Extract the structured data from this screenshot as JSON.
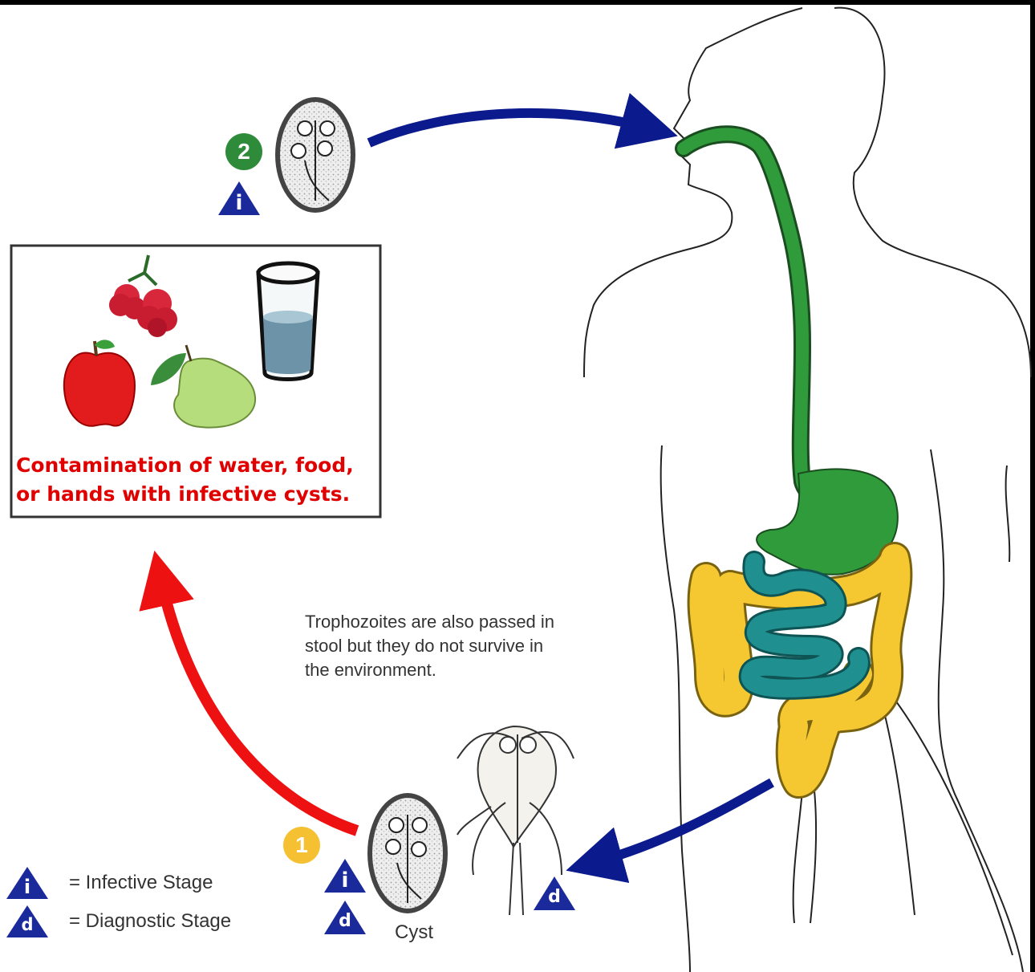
{
  "note": "Trophozoites are also passed in stool but they do not survive in the environment.",
  "contamination": {
    "line1": "Contamination of water, food,",
    "line2": "or hands  with infective cysts."
  },
  "steps": {
    "one": "1",
    "two": "2"
  },
  "stage_letters": {
    "infective": "i",
    "diagnostic": "d"
  },
  "legend": {
    "infective": "= Infective Stage",
    "diagnostic": "= Diagnostic Stage"
  },
  "cyst_label": "Cyst",
  "colors": {
    "blue_arrow": "#0b1a8c",
    "red_arrow": "#ee1111",
    "esophagus": "#2f9b3a",
    "small_intestine": "#1f8f8f",
    "colon": "#f5c832",
    "step1": "#f5c132",
    "step2": "#2e8b3a",
    "triangle": "#1b2a9a",
    "caption": "#e00000"
  }
}
